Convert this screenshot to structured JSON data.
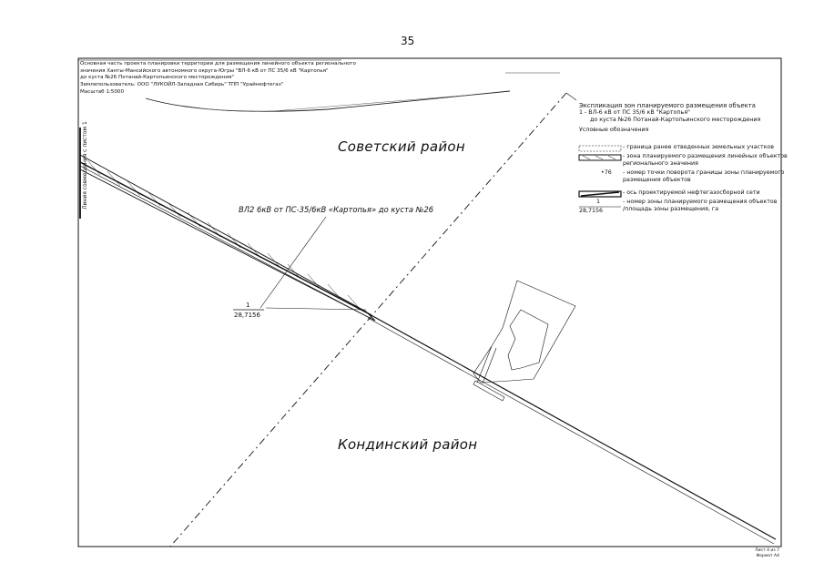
{
  "page_number": "35",
  "header": {
    "lines": [
      "Основная часть проекта планировки территории для размещения линейного объекта регионального",
      "значения Ханты-Мансийского автономного округа-Югры \"ВЛ-6 кВ от ПС 35/6 кВ \"Картопья\"",
      "до куста №26 Потанай-Картопьинского месторождения\"",
      "Землепользователь: ООО \"ЛУКОЙЛ-Западная Сибирь\" ТПП \"Урайнефтегаз\"",
      "Масштаб 1:5000"
    ]
  },
  "map": {
    "district_north": "Советский район",
    "district_south": "Кондинский район",
    "line_label": "ВЛ2 6кВ от ПС-35/6кВ «Картопья» до куста №26",
    "zone_number": "1",
    "zone_area": "28,7156",
    "vertical_label": "Линия совмещения с листом 1"
  },
  "legend": {
    "title_lines": [
      "Экспликация зон планируемого размещения объекта",
      "1 - ВЛ-6 кВ от ПС 35/6 кВ \"Картопья\"",
      "до куста №26 Потанай-Картопьинского месторождения"
    ],
    "conventions_title": "Условные обозначения",
    "items": [
      {
        "symbol": "dashed-box",
        "lines": [
          "- граница ранее отведенных земельных участков"
        ]
      },
      {
        "symbol": "hatched-zone",
        "lines": [
          "- зона планируемого размещения линейных объектов",
          "регионального значения"
        ]
      },
      {
        "symbol": "point-76",
        "label": "•76",
        "lines": [
          "- номер точки поворота границы зоны планируемого",
          "размещения объектов"
        ]
      },
      {
        "symbol": "axis-line",
        "lines": [
          "- ось проектируемой нефтегазосборной сети"
        ]
      },
      {
        "symbol": "zone-number",
        "label_top": "1",
        "label_bottom": "28,7156",
        "lines": [
          "- номер зоны планируемого размещения объектов",
          "/площадь зоны размещения, га"
        ]
      }
    ]
  },
  "corner": {
    "sheet": "Лист 4 из 7",
    "format": "Формат А4"
  },
  "colors": {
    "ink": "#111111",
    "paper": "#ffffff"
  }
}
